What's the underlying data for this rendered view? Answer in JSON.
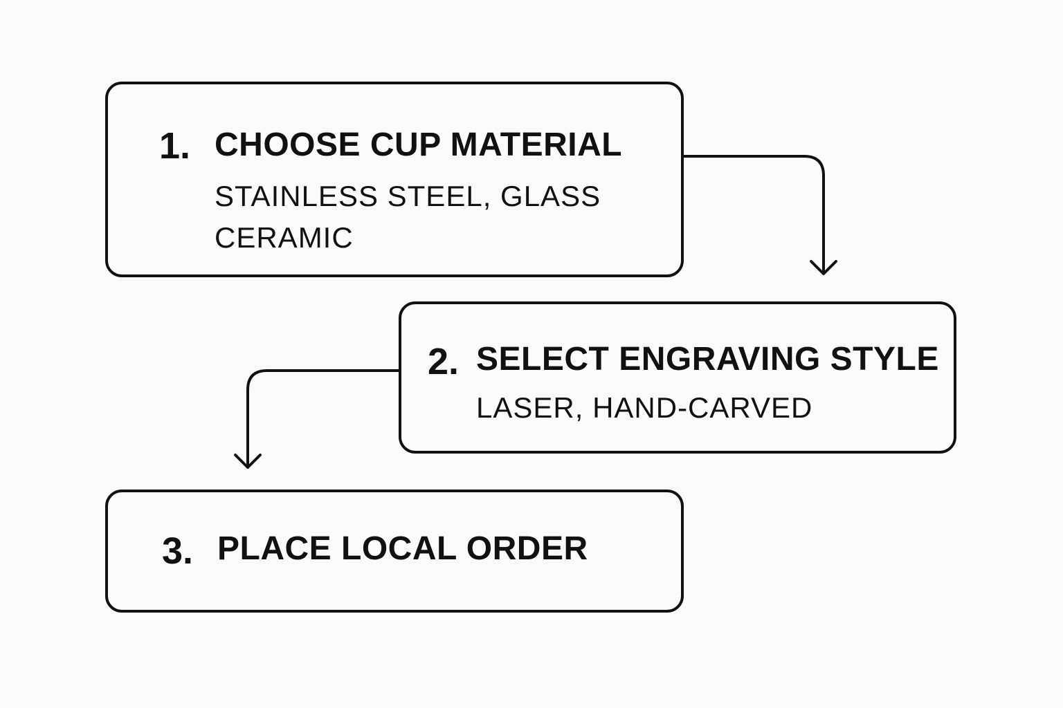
{
  "steps": [
    {
      "number": "1.",
      "title": "CHOOSE CUP MATERIAL",
      "detail": "STAINLESS STEEL, GLASS\nCERAMIC"
    },
    {
      "number": "2.",
      "title": "SELECT ENGRAVING STYLE",
      "detail": "LASER, HAND-CARVED"
    },
    {
      "number": "3.",
      "title": "PLACE LOCAL ORDER"
    }
  ],
  "colors": {
    "background": "#fafafa",
    "stroke": "#111111",
    "text": "#111111"
  }
}
